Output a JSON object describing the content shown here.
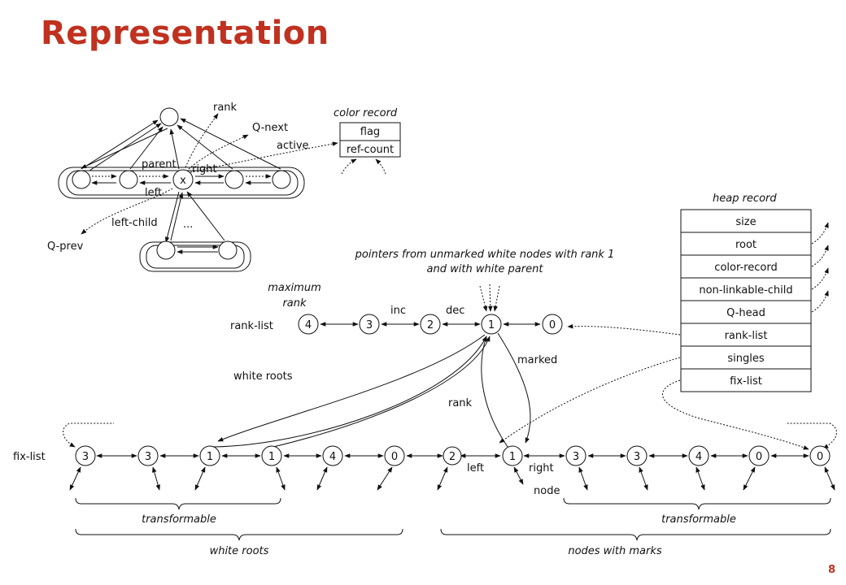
{
  "slide": {
    "title": "Representation",
    "page_number": "8"
  },
  "tree": {
    "node_x": "x",
    "labels": {
      "rank": "rank",
      "q_next": "Q-next",
      "active": "active",
      "parent": "parent",
      "right": "right",
      "left": "left",
      "left_child": "left-child",
      "ellipsis": "...",
      "q_prev": "Q-prev"
    }
  },
  "color_record": {
    "caption": "color record",
    "fields": [
      "flag",
      "ref-count"
    ]
  },
  "heap_record": {
    "caption": "heap record",
    "fields": [
      "size",
      "root",
      "color-record",
      "non-linkable-child",
      "Q-head",
      "rank-list",
      "singles",
      "fix-list"
    ]
  },
  "rank_list": {
    "label": "rank-list",
    "nodes": [
      "4",
      "3",
      "2",
      "1",
      "0"
    ],
    "max_rank_line1": "maximum",
    "max_rank_line2": "rank",
    "inc": "inc",
    "dec": "dec",
    "pointer_note_line1": "pointers from unmarked white nodes with rank 1",
    "pointer_note_line2": "and with white parent",
    "marked": "marked",
    "white_roots": "white roots",
    "rank": "rank"
  },
  "fix_list": {
    "label": "fix-list",
    "nodes": [
      "3",
      "3",
      "1",
      "1",
      "4",
      "0",
      "2",
      "1",
      "3",
      "3",
      "4",
      "0",
      "0"
    ],
    "left": "left",
    "right": "right",
    "node": "node"
  },
  "braces": {
    "transformable_left": "transformable",
    "transformable_right": "transformable",
    "white_roots": "white roots",
    "nodes_with_marks": "nodes with marks"
  }
}
